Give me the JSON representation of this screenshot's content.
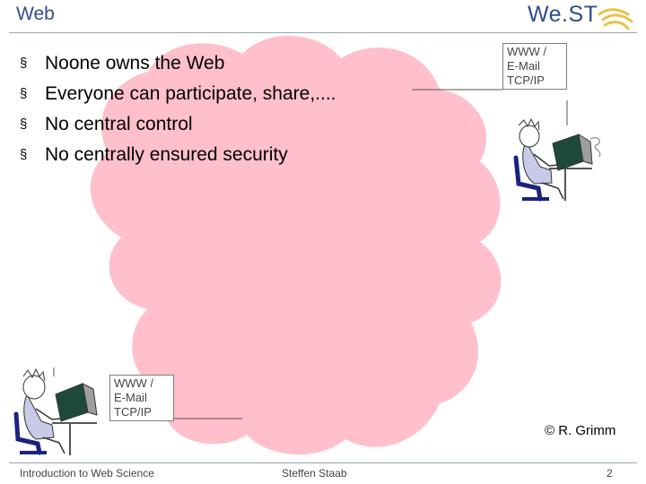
{
  "slide": {
    "title": "Web",
    "logo_text": "We.ST",
    "bullet_glyph": "§",
    "bullets": [
      "Noone owns the Web",
      "Everyone can participate, share,....",
      "No central control",
      "No centrally ensured security"
    ],
    "user_label_top": [
      "WWW /",
      "E-Mail",
      "TCP/IP"
    ],
    "user_label_bottom": [
      "WWW /",
      "E-Mail",
      "TCP/IP"
    ],
    "credit": "© R. Grimm",
    "cloud_color": "#ffc0cb"
  },
  "footer": {
    "course": "Introduction to Web Science",
    "author": "Steffen Staab",
    "page": "2"
  }
}
